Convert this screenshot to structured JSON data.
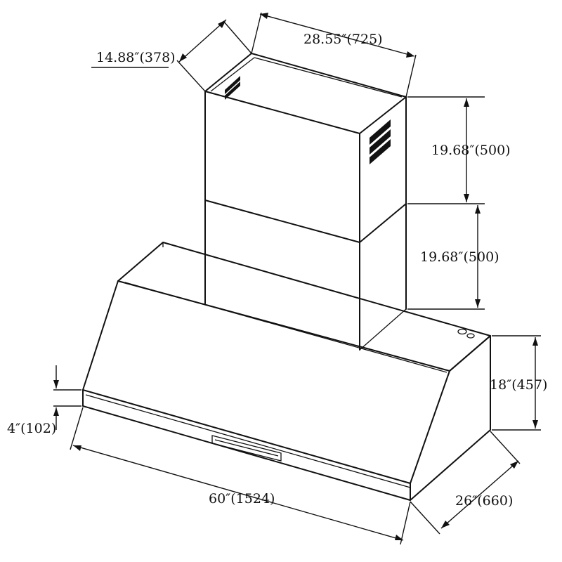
{
  "dimensions": {
    "chimney_depth": "14.88″(378)",
    "chimney_width": "28.55″(725)",
    "upper_chimney_height": "19.68″(500)",
    "lower_chimney_height": "19.68″(500)",
    "hood_height": "18″(457)",
    "front_lip_height": "4″(102)",
    "hood_width": "60″(1524)",
    "hood_depth": "26″(660)"
  },
  "colors": {
    "line": "#111111",
    "background": "#ffffff"
  }
}
